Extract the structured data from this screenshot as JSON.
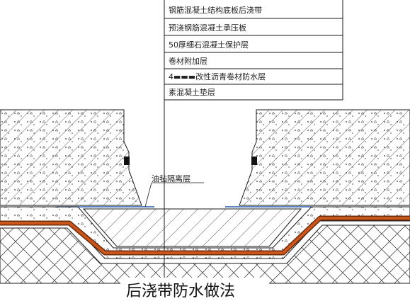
{
  "layer_labels": [
    "钢筋混凝土结构底板后浇带",
    "预浇钢筋混凝土承压板",
    "50厚细石混凝土保护层",
    "卷材附加层",
    "4▬▬▬改性沥青卷材防水层",
    "素混凝土垫层"
  ],
  "note": "油毡隔离层",
  "caption": "后浇带防水做法",
  "colors": {
    "line": "#1a1a1a",
    "membrane": "#c8561e",
    "membrane_edge": "#6a2a08",
    "isolation": "#2a5aa8"
  }
}
